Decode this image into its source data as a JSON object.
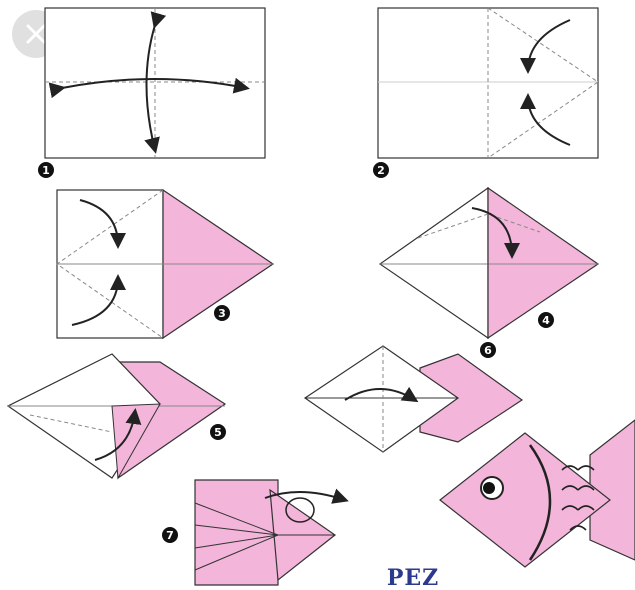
{
  "close_button": {
    "icon": "close-icon"
  },
  "steps": [
    {
      "number": "1"
    },
    {
      "number": "2"
    },
    {
      "number": "3"
    },
    {
      "number": "4"
    },
    {
      "number": "5"
    },
    {
      "number": "6"
    },
    {
      "number": "7"
    }
  ],
  "title": "PEZ",
  "colors": {
    "paper_pink": "#f3b5d9",
    "outline": "#333333",
    "fold_line": "#888888",
    "title": "#2b3a8c"
  }
}
